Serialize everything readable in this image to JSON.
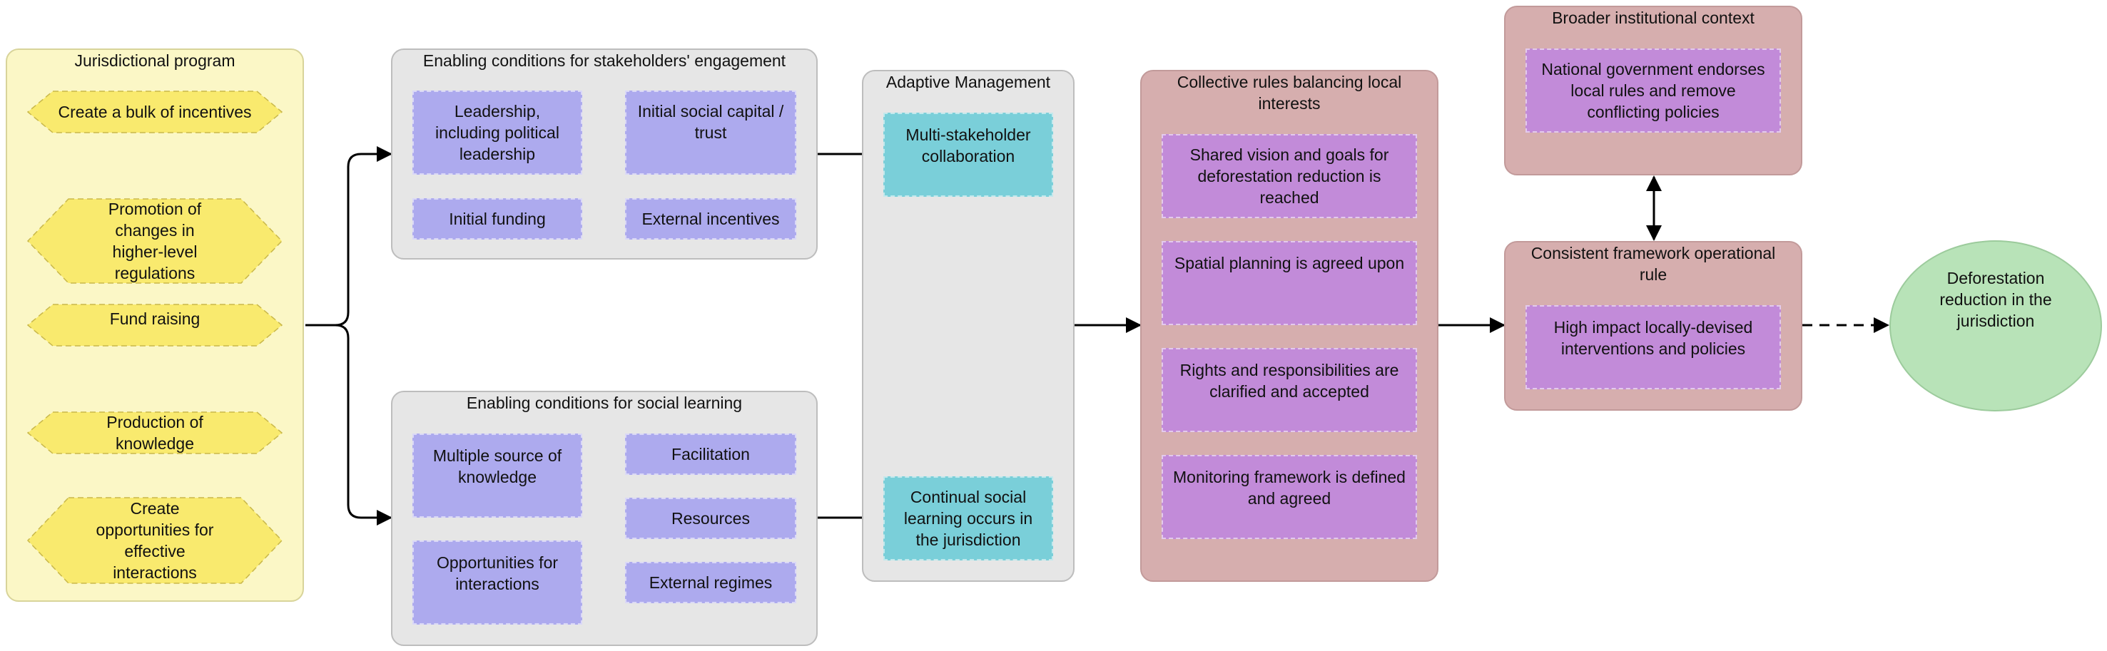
{
  "jurisdictional_program": {
    "title": "Jurisdictional program",
    "items": [
      "Create a bulk of incentives",
      "Promotion of changes in higher-level regulations",
      "Fund raising",
      "Production of knowledge",
      "Create opportunities for effective interactions"
    ]
  },
  "stakeholders_engagement": {
    "title": "Enabling conditions for stakeholders' engagement",
    "items": [
      "Leadership, including political leadership",
      "Initial social capital / trust",
      "Initial funding",
      "External incentives"
    ]
  },
  "social_learning": {
    "title": "Enabling conditions for social learning",
    "items": [
      "Multiple source of knowledge",
      "Facilitation",
      "Resources",
      "Opportunities for interactions",
      "External regimes"
    ]
  },
  "adaptive_management": {
    "title": "Adaptive Management",
    "collaboration": "Multi-stakeholder collaboration",
    "learning": "Continual social learning occurs in the jurisdiction"
  },
  "collective_rules": {
    "title": "Collective rules balancing local interests",
    "items": [
      "Shared vision and goals for deforestation reduction is reached",
      "Spatial planning is agreed upon",
      "Rights and responsibilities are clarified and accepted",
      "Monitoring framework is defined and agreed"
    ]
  },
  "broader_context": {
    "title": "Broader institutional context",
    "item": "National government endorses local rules and remove conflicting policies"
  },
  "operational_rule": {
    "title": "Consistent framework operational rule",
    "item": "High impact locally-devised interventions and policies"
  },
  "outcome": "Deforestation reduction in the jurisdiction",
  "colors": {
    "yellow_group": "#fbf7c6",
    "hexagon": "#f9ea6e",
    "grey_group": "#e6e6e6",
    "blue_box": "#adaaee",
    "cyan_box": "#7acfd9",
    "rose_group": "#d6aeae",
    "purple_box": "#c28bd9",
    "outcome": "#b8e3b8"
  }
}
